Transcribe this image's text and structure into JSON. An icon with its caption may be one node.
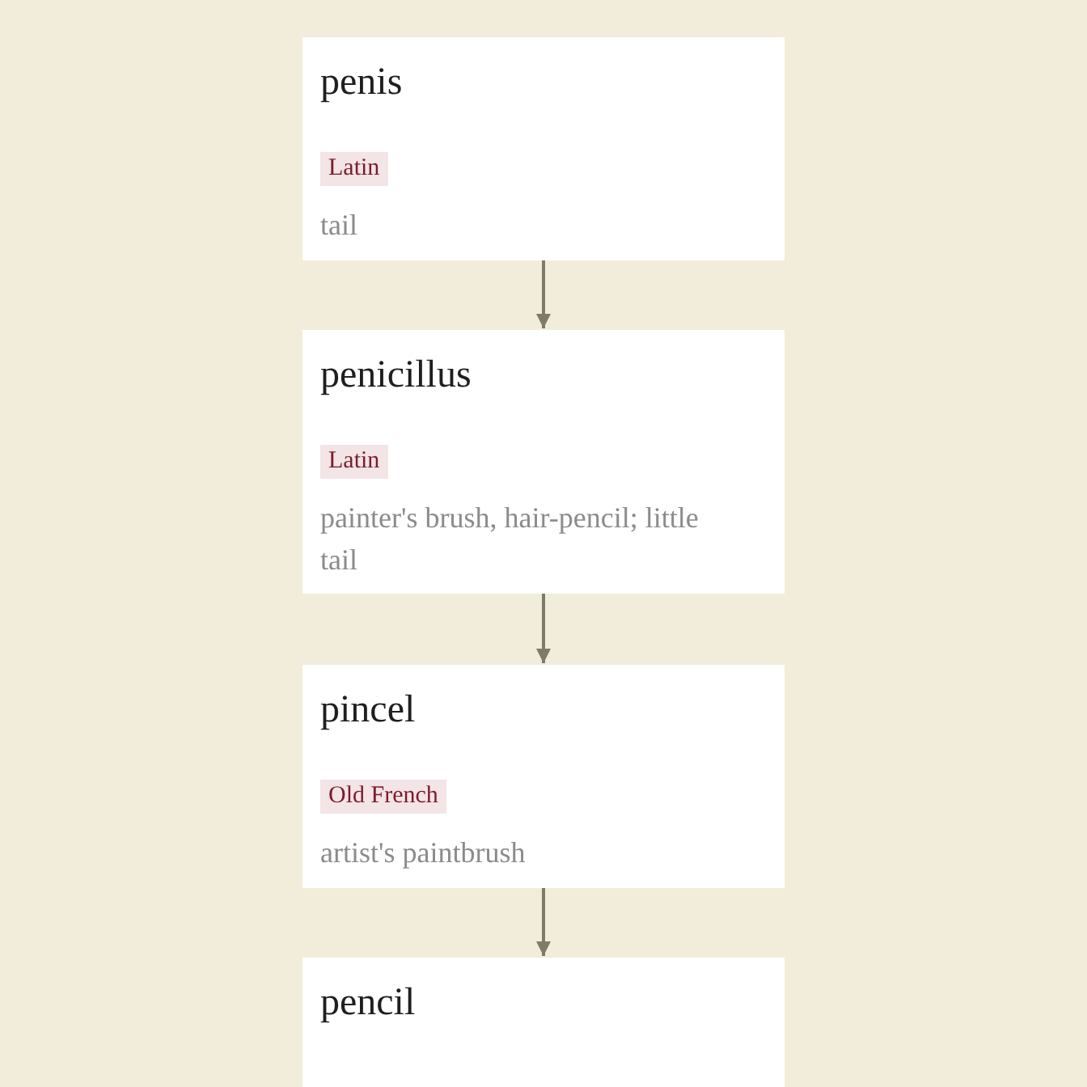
{
  "diagram": {
    "nodes": [
      {
        "text": [
          "penis",
          "Latin",
          "tail"
        ]
      },
      {
        "text": [
          "penicillus",
          "Latin",
          "painter's brush, hair-pencil; little tail"
        ]
      },
      {
        "text": [
          "pincel",
          "Old French",
          "artist's paintbrush"
        ]
      },
      {
        "text": [
          "pencil"
        ]
      }
    ],
    "edges": [
      {
        "from": 0,
        "to": 1,
        "arrow": "to"
      },
      {
        "from": 1,
        "to": 2,
        "arrow": "to"
      },
      {
        "from": 2,
        "to": 3,
        "arrow": "to"
      }
    ]
  }
}
